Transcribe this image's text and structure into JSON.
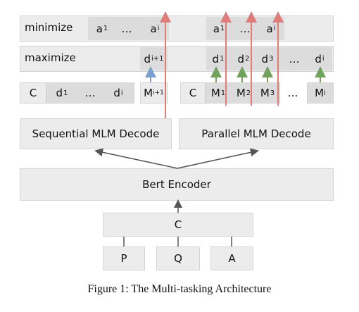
{
  "rows": {
    "minimize_label": "minimize",
    "maximize_label": "maximize"
  },
  "minimize_tokens": {
    "left": [
      "a",
      "…",
      "a"
    ],
    "left_subs": [
      "1",
      "",
      "i"
    ],
    "right": [
      "a",
      "…",
      "a"
    ],
    "right_subs": [
      "1",
      "",
      "i"
    ]
  },
  "maximize_tokens": {
    "left_d": "d",
    "left_d_sub": "i+1",
    "right": [
      "d",
      "d",
      "d",
      "…",
      "d"
    ],
    "right_subs": [
      "1",
      "2",
      "3",
      "",
      "i"
    ]
  },
  "input_left": {
    "c": "C",
    "d1": "d",
    "d1_sub": "1",
    "dots": "…",
    "di": "d",
    "di_sub": "i",
    "mask": "M",
    "mask_sub": "i+1"
  },
  "input_right": {
    "c": "C",
    "masks": [
      "M",
      "M",
      "M",
      "…",
      "M"
    ],
    "mask_subs": [
      "1",
      "2",
      "3",
      "",
      "i"
    ]
  },
  "decoders": {
    "sequential": "Sequential MLM Decode",
    "parallel": "Parallel MLM Decode"
  },
  "encoder": "Bert Encoder",
  "context": "C",
  "inputs": [
    "P",
    "Q",
    "A"
  ],
  "caption": "Figure 1: The Multi-tasking Architecture",
  "colors": {
    "red": "#e07b77",
    "green": "#6fa45a",
    "blue": "#7a9fd1",
    "gray": "#555555"
  }
}
